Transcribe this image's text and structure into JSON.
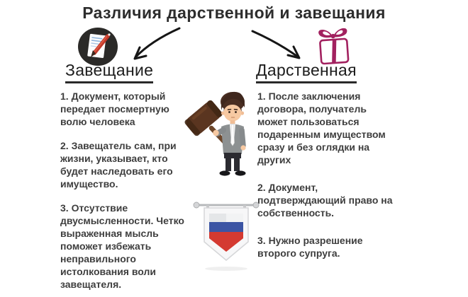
{
  "title": "Различия дарственной и завещания",
  "columns": {
    "left": {
      "heading": "Завещание",
      "items": [
        "1. Документ, который передает посмертную волю человека",
        "2. Завещатель сам, при жизни, указывает, кто будет наследовать его имущество.",
        "3. Отсутствие двусмысленности. Четко выраженная мысль поможет избежать неправильного истолкования воли завещателя."
      ]
    },
    "right": {
      "heading": "Дарственная",
      "items": [
        "1. После заключения договора, получатель может пользоваться подаренным имуществом сразу и без оглядки на других",
        "2. Документ, подтверждающий право на собственность.",
        "3. Нужно разрешение второго супруга."
      ]
    }
  },
  "icons": {
    "will_icon": "document-with-pencil-in-dark-circle",
    "gift_icon": "outlined-gift-box-with-bow",
    "left_arrow": "hand-drawn-arrow-down-left",
    "right_arrow": "hand-drawn-arrow-down-right",
    "center_illustration": "cartoon-man-holding-wooden-gavel",
    "pennant": "russian-flag-pennant-on-rod"
  },
  "colors": {
    "title_text": "#2d2d2d",
    "body_text": "#3e3e3e",
    "underline": "#2a2a2a",
    "arrow": "#161616",
    "gift_accent": "#a2215f",
    "icon_circle": "#2b2a28",
    "pencil_red": "#c23a2b",
    "paper_lines_blue": "#8fb4dc",
    "flag_white": "#f2f3f4",
    "flag_blue": "#3c55a4",
    "flag_red": "#d43a31",
    "mallet_brown": "#5a3520",
    "suit_gray": "#8d9192",
    "skin": "#f7c9a2"
  }
}
